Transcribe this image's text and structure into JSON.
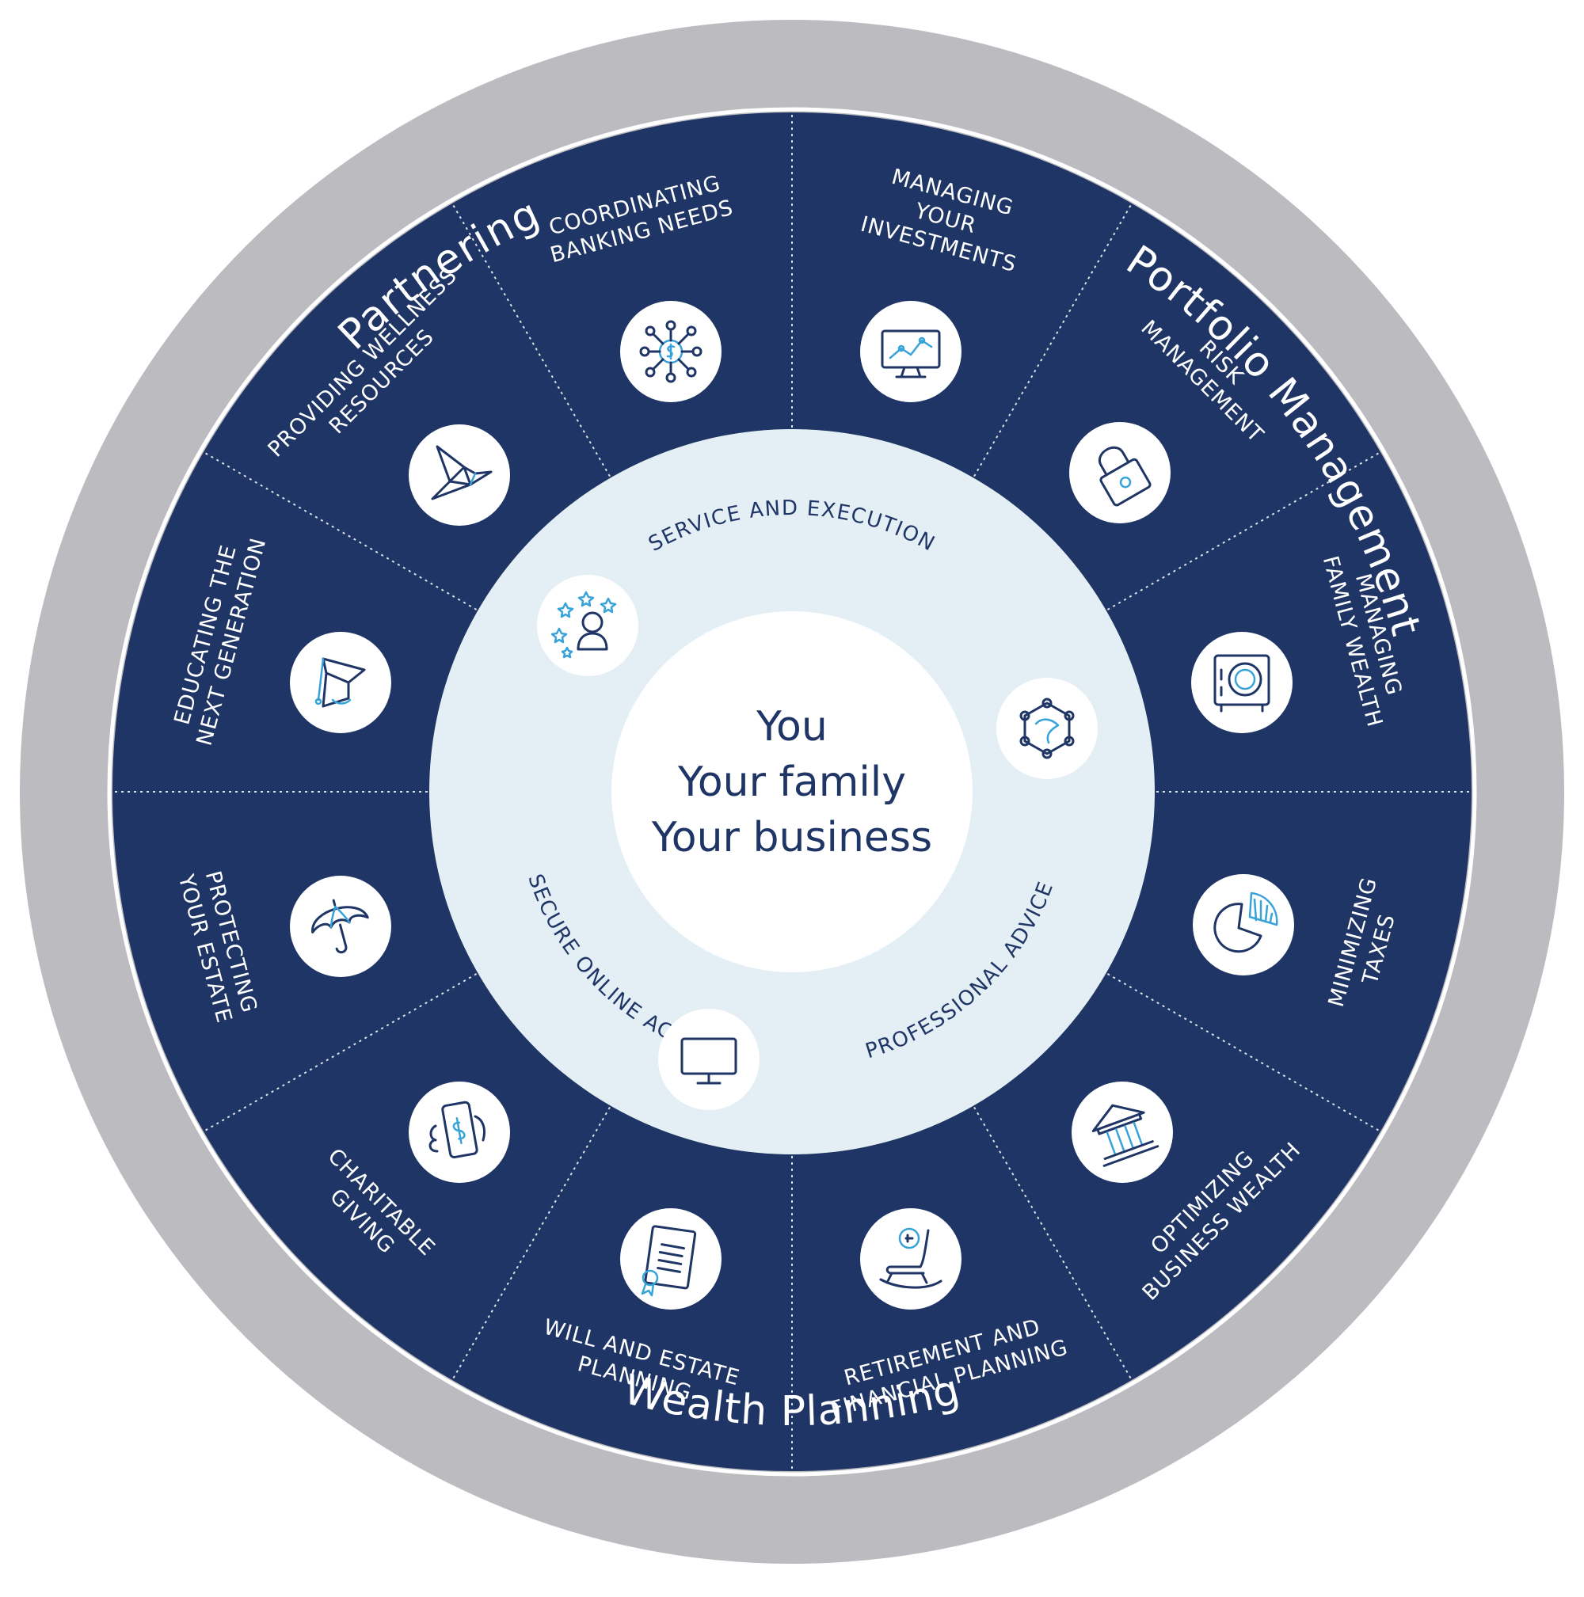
{
  "colors": {
    "outer_ring": "#bcbcc0",
    "navy": "#1f3566",
    "inner_ring": "#e3eff4",
    "center": "#ffffff",
    "accent": "#38a3d9"
  },
  "outer_ring": {
    "partnering": "Partnering",
    "portfolio": "Portfolio Management",
    "wealth": "Wealth Planning"
  },
  "center": {
    "line1": "You",
    "line2": "Your family",
    "line3": "Your business"
  },
  "inner_ring": {
    "service": "SERVICE AND EXECUTION",
    "advice": "PROFESSIONAL ADVICE",
    "online": "SECURE ONLINE ACCESS",
    "icons": [
      "service-star-person-icon",
      "advice-network-icon",
      "online-monitor-icon"
    ]
  },
  "segments": [
    {
      "id": "managing-investments",
      "lines": [
        "MANAGING",
        "YOUR",
        "INVESTMENTS"
      ],
      "icon": "monitor-chart-icon"
    },
    {
      "id": "risk-management",
      "lines": [
        "RISK",
        "MANAGEMENT"
      ],
      "icon": "padlock-icon"
    },
    {
      "id": "managing-family-wealth",
      "lines": [
        "MANAGING",
        "FAMILY WEALTH"
      ],
      "icon": "safe-icon"
    },
    {
      "id": "minimizing-taxes",
      "lines": [
        "MINIMIZING",
        "TAXES"
      ],
      "icon": "pie-chart-icon"
    },
    {
      "id": "optimizing-business-wealth",
      "lines": [
        "OPTIMIZING",
        "BUSINESS WEALTH"
      ],
      "icon": "bank-building-icon"
    },
    {
      "id": "retirement-planning",
      "lines": [
        "RETIREMENT AND",
        "FINANCIAL PLANNING"
      ],
      "icon": "rocking-chair-icon"
    },
    {
      "id": "will-estate-planning",
      "lines": [
        "WILL AND ESTATE",
        "PLANNING"
      ],
      "icon": "certificate-document-icon"
    },
    {
      "id": "charitable-giving",
      "lines": [
        "CHARITABLE",
        "GIVING"
      ],
      "icon": "hand-phone-donation-icon"
    },
    {
      "id": "protecting-estate",
      "lines": [
        "PROTECTING",
        "YOUR ESTATE"
      ],
      "icon": "umbrella-icon"
    },
    {
      "id": "educating-next-generation",
      "lines": [
        "EDUCATING THE",
        "NEXT GENERATION"
      ],
      "icon": "graduation-cap-icon"
    },
    {
      "id": "providing-wellness",
      "lines": [
        "PROVIDING WELLNESS",
        "RESOURCES"
      ],
      "icon": "origami-bird-icon"
    },
    {
      "id": "coordinating-banking",
      "lines": [
        "COORDINATING",
        "BANKING NEEDS"
      ],
      "icon": "dollar-network-icon"
    }
  ]
}
